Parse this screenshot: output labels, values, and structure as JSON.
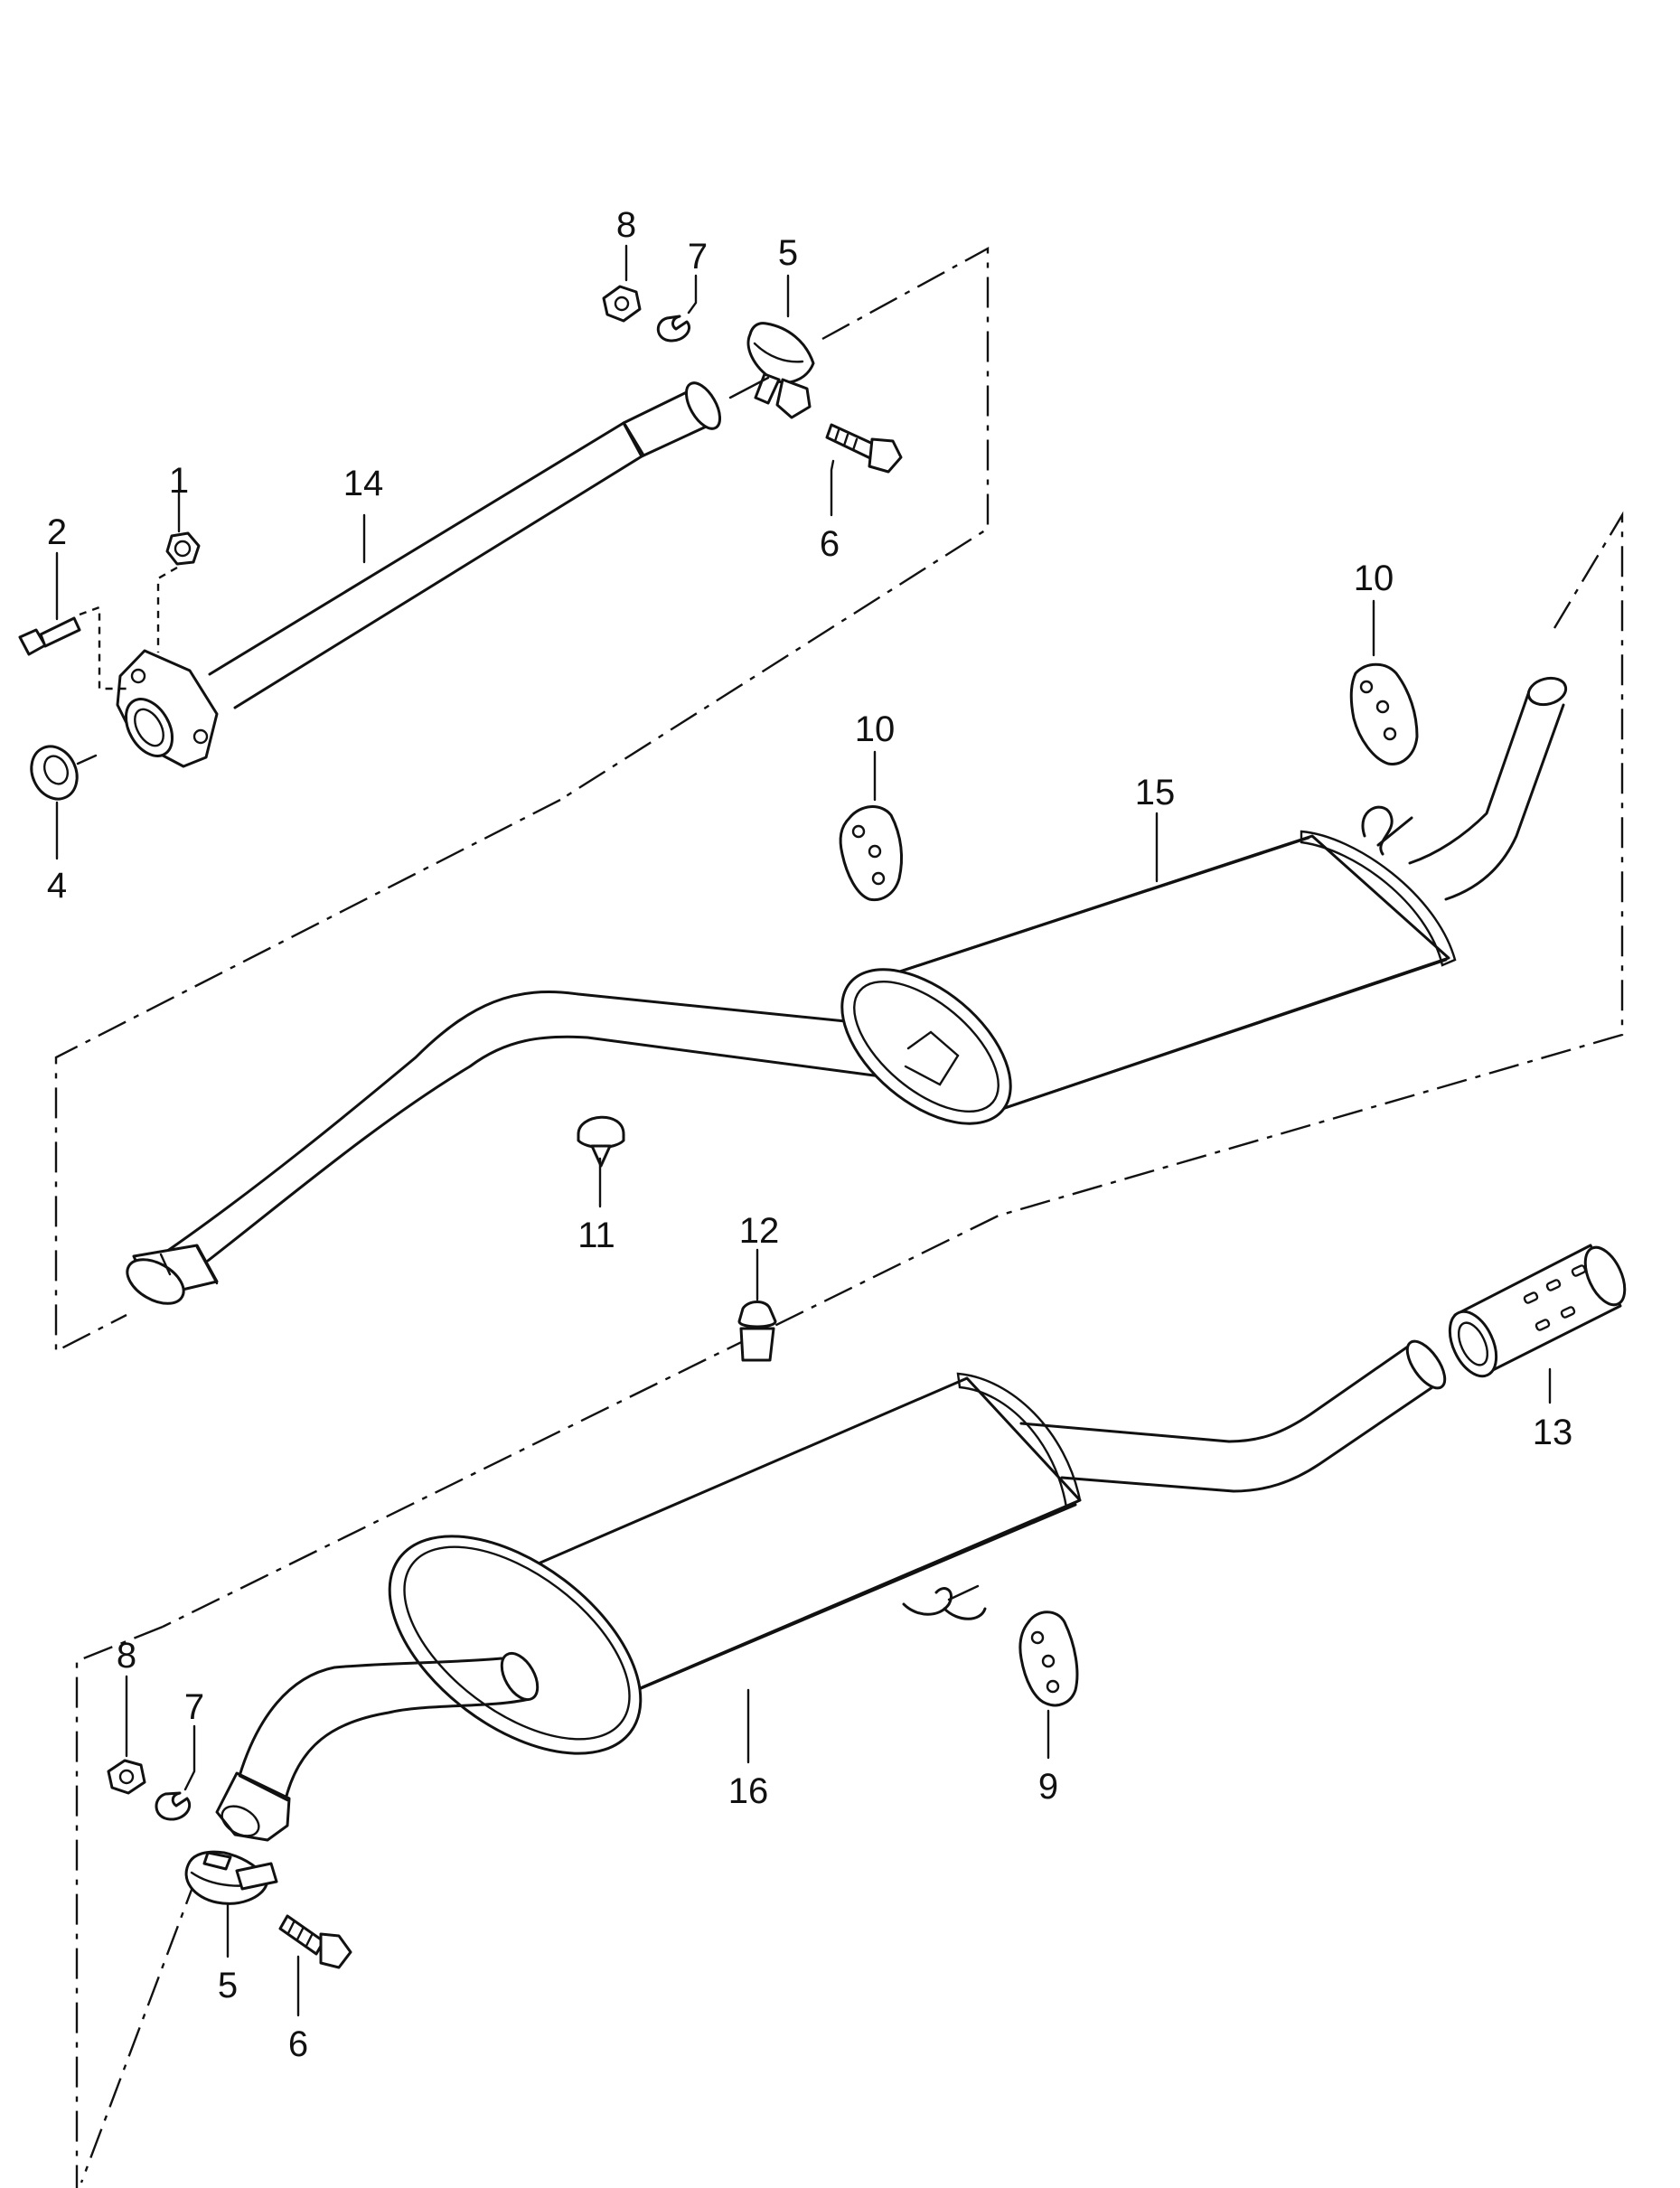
{
  "callouts": [
    {
      "id": "c1",
      "text": "1"
    },
    {
      "id": "c2",
      "text": "2"
    },
    {
      "id": "c4",
      "text": "4"
    },
    {
      "id": "c5a",
      "text": "5"
    },
    {
      "id": "c5b",
      "text": "5"
    },
    {
      "id": "c6a",
      "text": "6"
    },
    {
      "id": "c6b",
      "text": "6"
    },
    {
      "id": "c7a",
      "text": "7"
    },
    {
      "id": "c7b",
      "text": "7"
    },
    {
      "id": "c8a",
      "text": "8"
    },
    {
      "id": "c8b",
      "text": "8"
    },
    {
      "id": "c9",
      "text": "9"
    },
    {
      "id": "c10a",
      "text": "10"
    },
    {
      "id": "c10b",
      "text": "10"
    },
    {
      "id": "c11",
      "text": "11"
    },
    {
      "id": "c12",
      "text": "12"
    },
    {
      "id": "c13",
      "text": "13"
    },
    {
      "id": "c14",
      "text": "14"
    },
    {
      "id": "c15",
      "text": "15"
    },
    {
      "id": "c16",
      "text": "16"
    }
  ]
}
